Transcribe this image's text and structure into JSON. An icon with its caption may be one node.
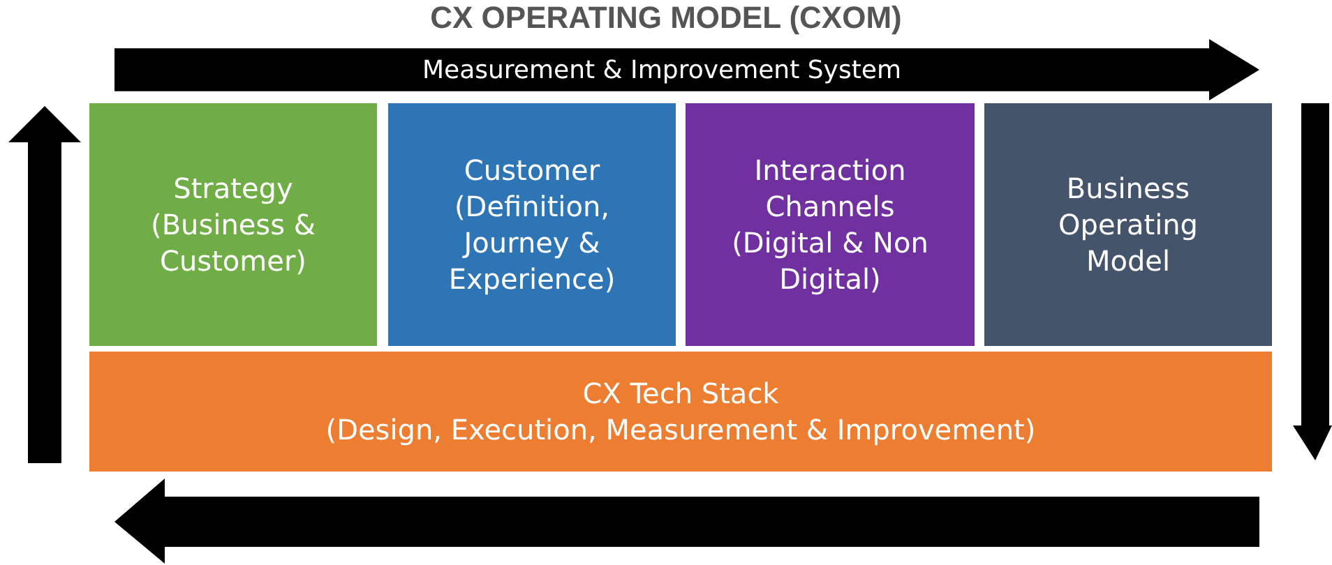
{
  "diagram": {
    "title": "CX OPERATING MODEL (CXOM)",
    "nodes": [
      {
        "text": [
          "Measurement & Improvement System"
        ]
      },
      {
        "text": [
          "Strategy (Business & Customer)"
        ]
      },
      {
        "text": [
          "Customer (Definition, Journey & Experience)"
        ]
      },
      {
        "text": [
          "Interaction Channels (Digital & Non Digital)"
        ]
      },
      {
        "text": [
          "Business Operating Model"
        ]
      },
      {
        "text": [
          "CX Tech Stack",
          "(Design, Execution, Measurement & Improvement)"
        ]
      }
    ]
  }
}
